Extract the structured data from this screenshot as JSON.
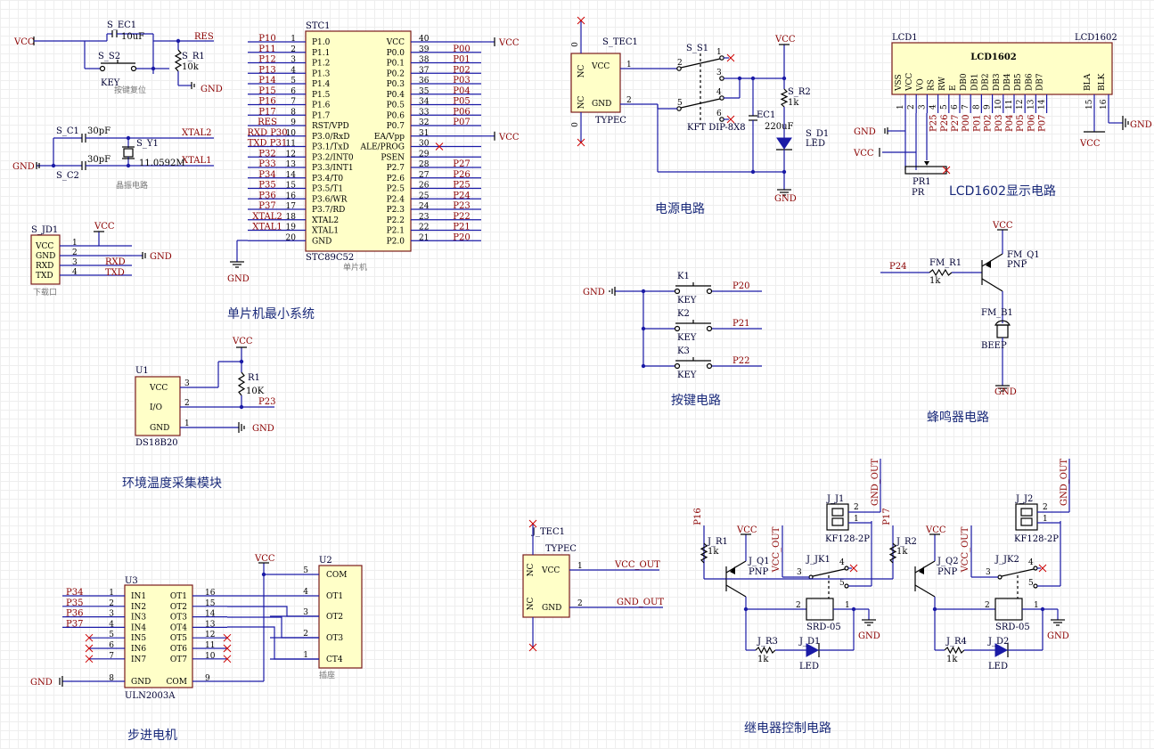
{
  "sections": {
    "mcu": "单片机最小系统",
    "power": "电源电路",
    "lcd": "LCD1602显示电路",
    "keys": "按键电路",
    "buzzer": "蜂鸣器电路",
    "temp": "环境温度采集模块",
    "stepper": "步进电机",
    "relay": "继电器控制电路"
  },
  "reset": {
    "sec": "S_EC1",
    "cap": "10uF",
    "key": "S_S2",
    "keylbl": "KEY",
    "res": "S_R1",
    "resval": "10k",
    "net": "RES",
    "vcc": "VCC",
    "gnd": "GND",
    "note": "按键复位"
  },
  "crystal": {
    "c1": "S_C1",
    "c2": "S_C2",
    "v1": "30pF",
    "v2": "30pF",
    "y": "S_Y1",
    "freq": "11.0592M",
    "x1": "XTAL2",
    "x2": "XTAL1",
    "gnd": "GND",
    "note": "晶振电路"
  },
  "download": {
    "ref": "S_JD1",
    "note": "下载口",
    "vcc": "VCC",
    "gnd": "GND",
    "rxd": "RXD",
    "txd": "TXD",
    "pins": [
      {
        "n": "1",
        "name": "VCC"
      },
      {
        "n": "2",
        "name": "GND"
      },
      {
        "n": "3",
        "name": "RXD"
      },
      {
        "n": "4",
        "name": "TXD"
      }
    ]
  },
  "mcu": {
    "ref": "STC1",
    "part": "STC89C52",
    "note": "单片机",
    "vcc": "VCC",
    "gnd": "GND",
    "left": [
      {
        "net": "P10",
        "n": "1",
        "name": "P1.0"
      },
      {
        "net": "P11",
        "n": "2",
        "name": "P1.1"
      },
      {
        "net": "P12",
        "n": "3",
        "name": "P1.2"
      },
      {
        "net": "P13",
        "n": "4",
        "name": "P1.3"
      },
      {
        "net": "P14",
        "n": "5",
        "name": "P1.4"
      },
      {
        "net": "P15",
        "n": "6",
        "name": "P1.5"
      },
      {
        "net": "P16",
        "n": "7",
        "name": "P1.6"
      },
      {
        "net": "P17",
        "n": "8",
        "name": "P1.7"
      },
      {
        "net": "RES",
        "n": "9",
        "name": "RST/VPD"
      },
      {
        "net": "RXD P30",
        "n": "10",
        "name": "P3.0/RxD"
      },
      {
        "net": "TXD P31",
        "n": "11",
        "name": "P3.1/TxD"
      },
      {
        "net": "P32",
        "n": "12",
        "name": "P3.2/INT0"
      },
      {
        "net": "P33",
        "n": "13",
        "name": "P3.3/INT1"
      },
      {
        "net": "P34",
        "n": "14",
        "name": "P3.4/T0"
      },
      {
        "net": "P35",
        "n": "15",
        "name": "P3.5/T1"
      },
      {
        "net": "P36",
        "n": "16",
        "name": "P3.6/WR"
      },
      {
        "net": "P37",
        "n": "17",
        "name": "P3.7/RD"
      },
      {
        "net": "XTAL2",
        "n": "18",
        "name": "XTAL2"
      },
      {
        "net": "XTAL1",
        "n": "19",
        "name": "XTAL1"
      },
      {
        "net": "",
        "n": "20",
        "name": "GND"
      }
    ],
    "right": [
      {
        "net": "VCC",
        "n": "40",
        "name": "VCC"
      },
      {
        "net": "P00",
        "n": "39",
        "name": "P0.0"
      },
      {
        "net": "P01",
        "n": "38",
        "name": "P0.1"
      },
      {
        "net": "P02",
        "n": "37",
        "name": "P0.2"
      },
      {
        "net": "P03",
        "n": "36",
        "name": "P0.3"
      },
      {
        "net": "P04",
        "n": "35",
        "name": "P0.4"
      },
      {
        "net": "P05",
        "n": "34",
        "name": "P0.5"
      },
      {
        "net": "P06",
        "n": "33",
        "name": "P0.6"
      },
      {
        "net": "P07",
        "n": "32",
        "name": "P0.7"
      },
      {
        "net": "VCC",
        "n": "31",
        "name": "EA/Vpp"
      },
      {
        "net": "",
        "n": "30",
        "name": "ALE/PROG"
      },
      {
        "net": "",
        "n": "29",
        "name": "PSEN"
      },
      {
        "net": "P27",
        "n": "28",
        "name": "P2.7"
      },
      {
        "net": "P26",
        "n": "27",
        "name": "P2.6"
      },
      {
        "net": "P25",
        "n": "26",
        "name": "P2.5"
      },
      {
        "net": "P24",
        "n": "25",
        "name": "P2.4"
      },
      {
        "net": "P23",
        "n": "24",
        "name": "P2.3"
      },
      {
        "net": "P22",
        "n": "23",
        "name": "P2.2"
      },
      {
        "net": "P21",
        "n": "22",
        "name": "P2.1"
      },
      {
        "net": "P20",
        "n": "21",
        "name": "P2.0"
      }
    ]
  },
  "power": {
    "tec": "S_TEC1",
    "type": "TYPEC",
    "nc": "NC",
    "vcc": "VCC",
    "gnd": "GND",
    "sw": "S_S1",
    "swpart": "KFT DIP-8X8",
    "ec": "EC1",
    "ecval": "220uF",
    "r": "S_R2",
    "rval": "1k",
    "led": "S_D1",
    "ledlbl": "LED",
    "p1": "1",
    "p2": "2",
    "p0": "0",
    "swpins": [
      "1",
      "2",
      "3",
      "4",
      "5",
      "6"
    ]
  },
  "lcd": {
    "ref": "LCD1",
    "part": "LCD1602",
    "title": "LCD1602",
    "pr": "PR1",
    "prlbl": "PR",
    "gnd": "GND",
    "vcc": "VCC",
    "pins": [
      {
        "name": "VSS",
        "n": "1",
        "net": ""
      },
      {
        "name": "VCC",
        "n": "2",
        "net": ""
      },
      {
        "name": "VO",
        "n": "3",
        "net": ""
      },
      {
        "name": "RS",
        "n": "4",
        "net": "P25"
      },
      {
        "name": "RW",
        "n": "5",
        "net": "P26"
      },
      {
        "name": "E",
        "n": "6",
        "net": "P27"
      },
      {
        "name": "DB0",
        "n": "7",
        "net": "P00"
      },
      {
        "name": "DB1",
        "n": "8",
        "net": "P01"
      },
      {
        "name": "DB2",
        "n": "9",
        "net": "P02"
      },
      {
        "name": "DB3",
        "n": "10",
        "net": "P03"
      },
      {
        "name": "DB4",
        "n": "11",
        "net": "P04"
      },
      {
        "name": "DB5",
        "n": "12",
        "net": "P05"
      },
      {
        "name": "DB6",
        "n": "13",
        "net": "P06"
      },
      {
        "name": "DB7",
        "n": "14",
        "net": "P07"
      },
      {
        "name": "BLA",
        "n": "15",
        "net": ""
      },
      {
        "name": "BLK",
        "n": "16",
        "net": ""
      }
    ]
  },
  "keys": {
    "gnd": "GND",
    "items": [
      {
        "ref": "K1",
        "lbl": "KEY",
        "net": "P20"
      },
      {
        "ref": "K2",
        "lbl": "KEY",
        "net": "P21"
      },
      {
        "ref": "K3",
        "lbl": "KEY",
        "net": "P22"
      }
    ]
  },
  "buzzer": {
    "vcc": "VCC",
    "gnd": "GND",
    "q": "FM_Q1",
    "qtype": "PNP",
    "r": "FM_R1",
    "rval": "1k",
    "b": "FM_B1",
    "blbl": "BEEP",
    "net": "P24"
  },
  "temp": {
    "ref": "U1",
    "part": "DS18B20",
    "vcc": "VCC",
    "gnd": "GND",
    "r": "R1",
    "rval": "10K",
    "net": "P23",
    "pins": [
      {
        "n": "3",
        "name": "VCC"
      },
      {
        "n": "2",
        "name": "I/O"
      },
      {
        "n": "1",
        "name": "GND"
      }
    ]
  },
  "stepper": {
    "ref": "U3",
    "part": "ULN2003A",
    "conn": "U2",
    "connnote": "插座",
    "vcc": "VCC",
    "gnd": "GND",
    "inputs": [
      {
        "net": "P34",
        "n": "1",
        "name": "IN1"
      },
      {
        "net": "P35",
        "n": "2",
        "name": "IN2"
      },
      {
        "net": "P36",
        "n": "3",
        "name": "IN3"
      },
      {
        "net": "P37",
        "n": "4",
        "name": "IN4"
      },
      {
        "net": "",
        "n": "5",
        "name": "IN5"
      },
      {
        "net": "",
        "n": "6",
        "name": "IN6"
      },
      {
        "net": "",
        "n": "7",
        "name": "IN7"
      }
    ],
    "outputs": [
      {
        "n": "16",
        "name": "OT1"
      },
      {
        "n": "15",
        "name": "OT2"
      },
      {
        "n": "14",
        "name": "OT3"
      },
      {
        "n": "13",
        "name": "OT4"
      },
      {
        "n": "12",
        "name": "OT5"
      },
      {
        "n": "11",
        "name": "OT6"
      },
      {
        "n": "10",
        "name": "OT7"
      }
    ],
    "gndpin": {
      "n": "8",
      "name": "GND"
    },
    "compin": {
      "n": "9",
      "name": "COM"
    },
    "connpins": [
      {
        "n": "5",
        "name": "COM"
      },
      {
        "n": "4",
        "name": "OT1"
      },
      {
        "n": "3",
        "name": "OT2"
      },
      {
        "n": "2",
        "name": "OT3"
      },
      {
        "n": "1",
        "name": "CT4"
      }
    ]
  },
  "jtec": {
    "ref": "J_TEC1",
    "type": "TYPEC",
    "nc": "NC",
    "vcc": "VCC",
    "gnd": "GND",
    "out1": "VCC_OUT",
    "out2": "GND_OUT",
    "p1": "1",
    "p2": "2"
  },
  "relay": {
    "vcc": "VCC",
    "vccout": "VCC_OUT",
    "gndout": "GND_OUT",
    "gnd": "GND",
    "ch": [
      {
        "net": "P16",
        "r": "J_R1",
        "rval": "1k",
        "q": "J_Q1",
        "qtype": "PNP",
        "jk": "J_JK1",
        "rel": "SRD-05",
        "j": "J_J1",
        "jpart": "KF128-2P",
        "r3": "J_R3",
        "r3val": "1k",
        "d": "J_D1",
        "dlbl": "LED"
      },
      {
        "net": "P17",
        "r": "J_R2",
        "rval": "1k",
        "q": "J_Q2",
        "qtype": "PNP",
        "jk": "J_JK2",
        "rel": "SRD-05",
        "j": "J_J2",
        "jpart": "KF128-2P",
        "r3": "J_R4",
        "r3val": "1k",
        "d": "J_D2",
        "dlbl": "LED"
      }
    ],
    "pins": [
      "1",
      "2",
      "3",
      "4",
      "5"
    ]
  }
}
